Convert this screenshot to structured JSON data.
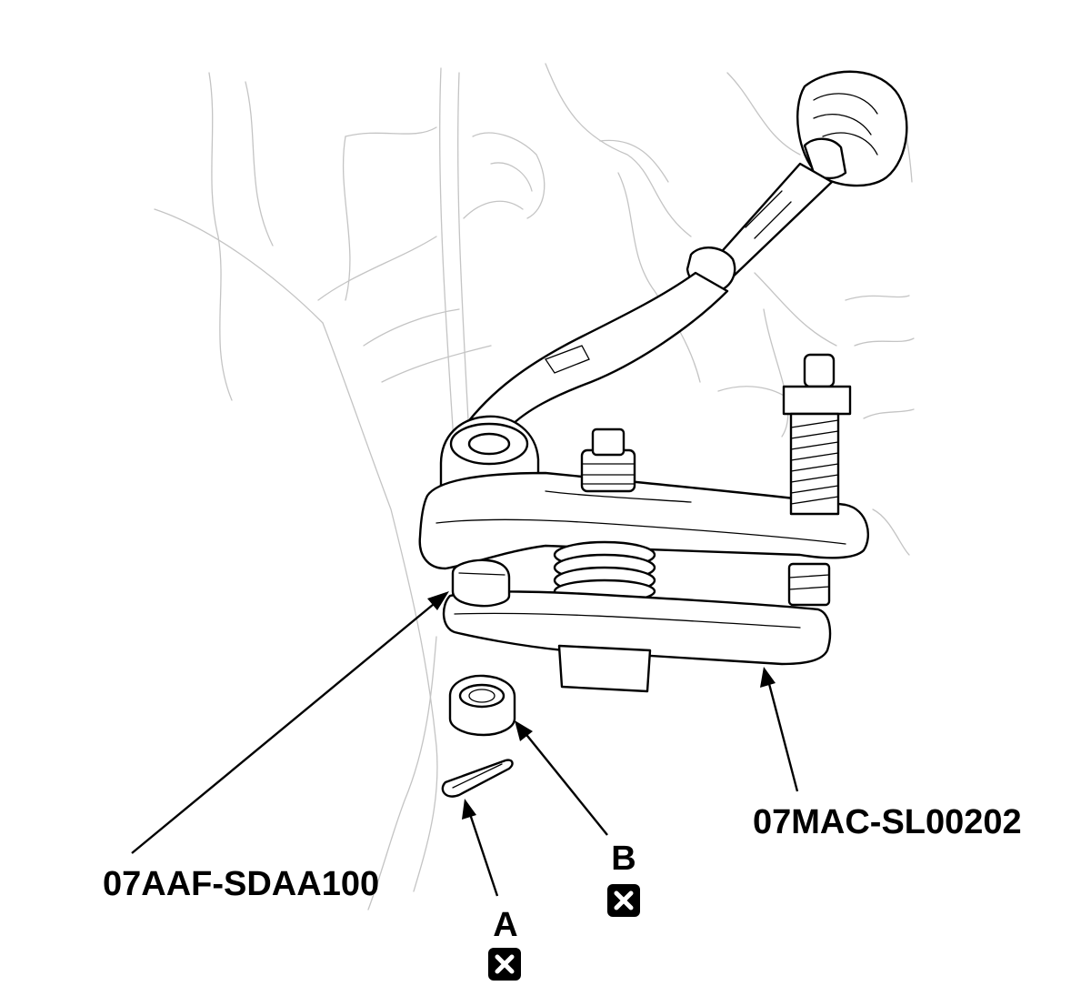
{
  "labels": {
    "tool_left": "07AAF-SDAA100",
    "tool_right": "07MAC-SL00202",
    "part_a": "A",
    "part_b": "B"
  },
  "icons": {
    "replace_symbol": "x-box-icon"
  },
  "colors": {
    "line_art": "#000000",
    "background_art": "#c4c4c4",
    "paper": "#ffffff"
  }
}
